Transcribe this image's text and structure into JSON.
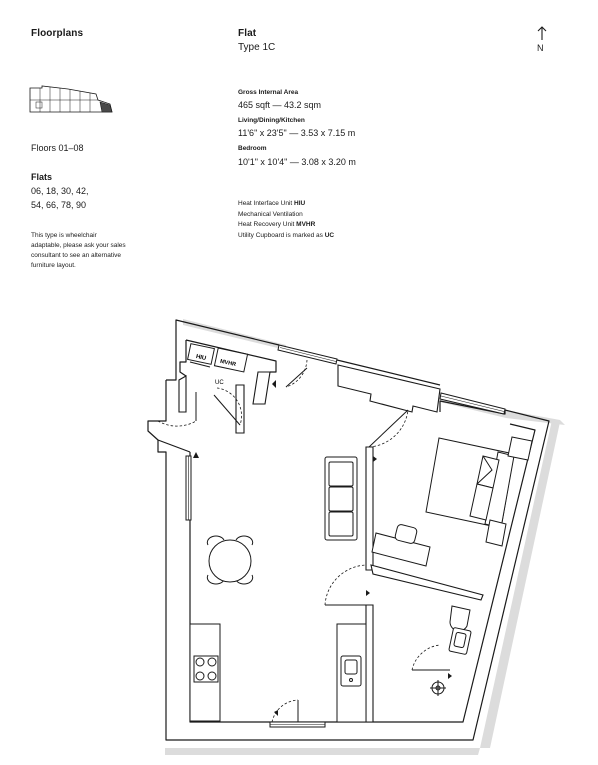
{
  "header": {
    "title": "Floorplans",
    "unit_label": "Flat",
    "unit_type": "Type 1C",
    "north_label": "N"
  },
  "building": {
    "floors": "Floors 01–08",
    "flats_label": "Flats",
    "flats_line1": "06, 18, 30, 42,",
    "flats_line2": "54, 66, 78, 90"
  },
  "note": {
    "line1": "This type is wheelchair",
    "line2": "adaptable, please ask your sales",
    "line3": "consultant to see an alternative",
    "line4": "furniture layout."
  },
  "areas": {
    "gross_label": "Gross Internal Area",
    "gross_value": "465 sqft — 43.2 sqm",
    "living_label": "Living/Dining/Kitchen",
    "living_value": "11'6\" x 23'5\" — 3.53 x 7.15 m",
    "bedroom_label": "Bedroom",
    "bedroom_value": "10'1\" x 10'4\" — 3.08 x 3.20 m"
  },
  "legend": {
    "hiu_text": "Heat Interface Unit ",
    "hiu_code": "HIU",
    "mv_text": "Mechanical Ventilation",
    "mvhr_text": "Heat Recovery Unit ",
    "mvhr_code": "MVHR",
    "uc_text": "Utility Cupboard is marked as ",
    "uc_code": "UC"
  },
  "plan_labels": {
    "hiu": "HIU",
    "mvhr": "MVHR",
    "uc": "UC"
  }
}
